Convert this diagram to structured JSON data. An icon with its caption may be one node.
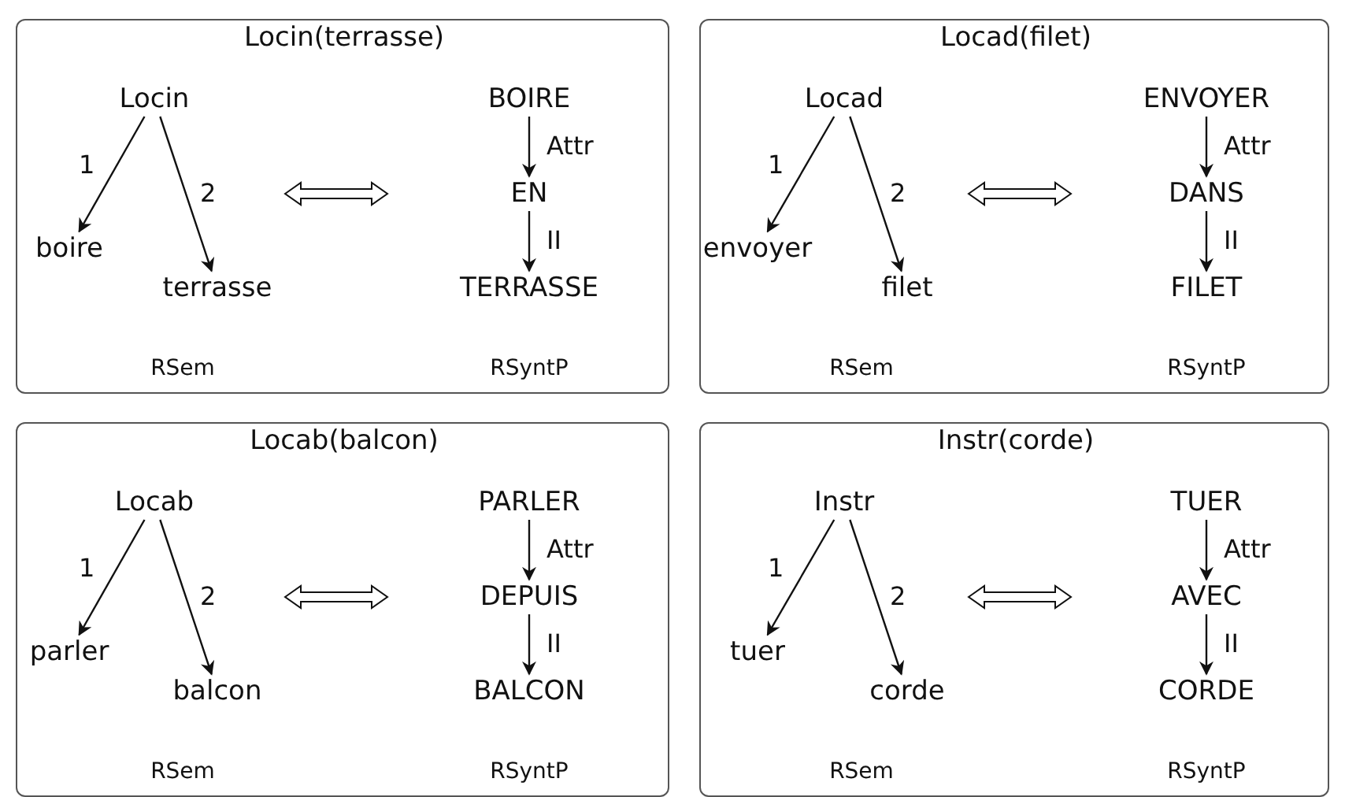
{
  "diagram": {
    "nodes": [
      {
        "text": [
          "Locin(terrasse)",
          "RSem",
          "RSyntP"
        ]
      },
      {
        "text": [
          "Locin"
        ],
        "in": 0
      },
      {
        "text": [
          "boire"
        ],
        "in": 0
      },
      {
        "text": [
          "terrasse"
        ],
        "in": 0
      },
      {
        "text": [
          "BOIRE"
        ],
        "in": 0
      },
      {
        "text": [
          "EN"
        ],
        "in": 0
      },
      {
        "text": [
          "TERRASSE"
        ],
        "in": 0
      },
      {
        "text": [
          "Locad(filet)",
          "RSem",
          "RSyntP"
        ]
      },
      {
        "text": [
          "Locad"
        ],
        "in": 7
      },
      {
        "text": [
          "envoyer"
        ],
        "in": 7
      },
      {
        "text": [
          "filet"
        ],
        "in": 7
      },
      {
        "text": [
          "ENVOYER"
        ],
        "in": 7
      },
      {
        "text": [
          "DANS"
        ],
        "in": 7
      },
      {
        "text": [
          "FILET"
        ],
        "in": 7
      },
      {
        "text": [
          "Locab(balcon)",
          "RSem",
          "RSyntP"
        ]
      },
      {
        "text": [
          "Locab"
        ],
        "in": 14
      },
      {
        "text": [
          "parler"
        ],
        "in": 14
      },
      {
        "text": [
          "balcon"
        ],
        "in": 14
      },
      {
        "text": [
          "PARLER"
        ],
        "in": 14
      },
      {
        "text": [
          "DEPUIS"
        ],
        "in": 14
      },
      {
        "text": [
          "BALCON"
        ],
        "in": 14
      },
      {
        "text": [
          "Instr(corde)",
          "RSem",
          "RSyntP"
        ]
      },
      {
        "text": [
          "Instr"
        ],
        "in": 21
      },
      {
        "text": [
          "tuer"
        ],
        "in": 21
      },
      {
        "text": [
          "corde"
        ],
        "in": 21
      },
      {
        "text": [
          "TUER"
        ],
        "in": 21
      },
      {
        "text": [
          "AVEC"
        ],
        "in": 21
      },
      {
        "text": [
          "CORDE"
        ],
        "in": 21
      }
    ],
    "edges": [
      {
        "from": 1,
        "to": 2,
        "arrow": "to",
        "label": "1"
      },
      {
        "from": 1,
        "to": 3,
        "arrow": "to",
        "label": "2"
      },
      {
        "from": 4,
        "to": 5,
        "arrow": "to",
        "label": "Attr"
      },
      {
        "from": 5,
        "to": 6,
        "arrow": "to",
        "label": "II"
      },
      {
        "from": 8,
        "to": 9,
        "arrow": "to",
        "label": "1"
      },
      {
        "from": 8,
        "to": 10,
        "arrow": "to",
        "label": "2"
      },
      {
        "from": 11,
        "to": 12,
        "arrow": "to",
        "label": "Attr"
      },
      {
        "from": 12,
        "to": 13,
        "arrow": "to",
        "label": "II"
      },
      {
        "from": 15,
        "to": 16,
        "arrow": "to",
        "label": "1"
      },
      {
        "from": 15,
        "to": 17,
        "arrow": "to",
        "label": "2"
      },
      {
        "from": 18,
        "to": 19,
        "arrow": "to",
        "label": "Attr"
      },
      {
        "from": 19,
        "to": 20,
        "arrow": "to",
        "label": "II"
      },
      {
        "from": 22,
        "to": 23,
        "arrow": "to",
        "label": "1"
      },
      {
        "from": 22,
        "to": 24,
        "arrow": "to",
        "label": "2"
      },
      {
        "from": 25,
        "to": 26,
        "arrow": "to",
        "label": "Attr"
      },
      {
        "from": 26,
        "to": 27,
        "arrow": "to",
        "label": "II"
      }
    ]
  }
}
